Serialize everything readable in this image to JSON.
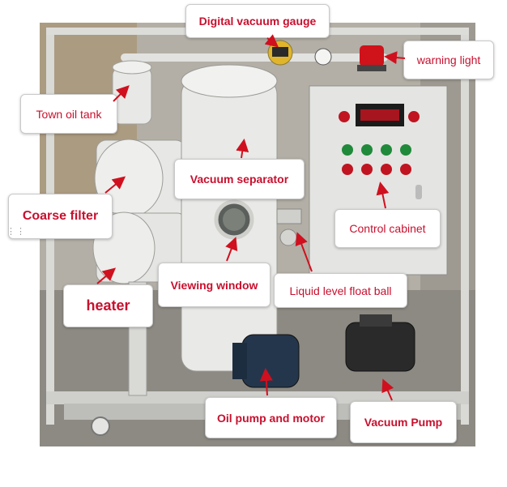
{
  "annotations": {
    "digital_vacuum_gauge": "Digital vacuum gauge",
    "warning_light": "warning light",
    "town_oil_tank": "Town oil tank",
    "vacuum_separator": "Vacuum separator",
    "coarse_filter": "Coarse filter",
    "control_cabinet": "Control cabinet",
    "viewing_window": "Viewing window",
    "liquid_level_float_ball": "Liquid level float ball",
    "heater": "heater",
    "oil_pump_and_motor": "Oil pump and motor",
    "vacuum_pump": "Vacuum Pump"
  },
  "colors": {
    "label_text": "#c8102e",
    "arrow": "#d0101e",
    "machine": "#e6e6e4",
    "motor": "#24364c"
  },
  "icons": {
    "drag_handle": "drag-handle-icon"
  }
}
